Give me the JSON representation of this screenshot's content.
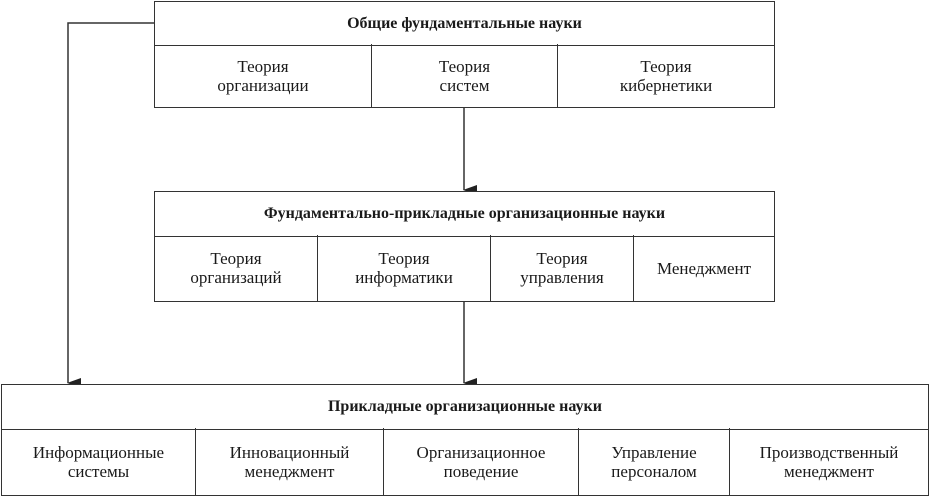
{
  "general": {
    "title": "Общие фундаментальные науки",
    "items": [
      "Теория\nорганизации",
      "Теория\nсистем",
      "Теория\nкибернетики"
    ]
  },
  "fundamental_applied": {
    "title": "Фундаментально-прикладные организационные науки",
    "items": [
      "Теория\nорганизаций",
      "Теория\nинформатики",
      "Теория\nуправления",
      "Менеджмент"
    ]
  },
  "applied": {
    "title": "Прикладные организационные науки",
    "items": [
      "Информационные\nсистемы",
      "Инновационный\nменеджмент",
      "Организационное\nповедение",
      "Управление\nперсоналом",
      "Производственный\nменеджмент"
    ]
  }
}
